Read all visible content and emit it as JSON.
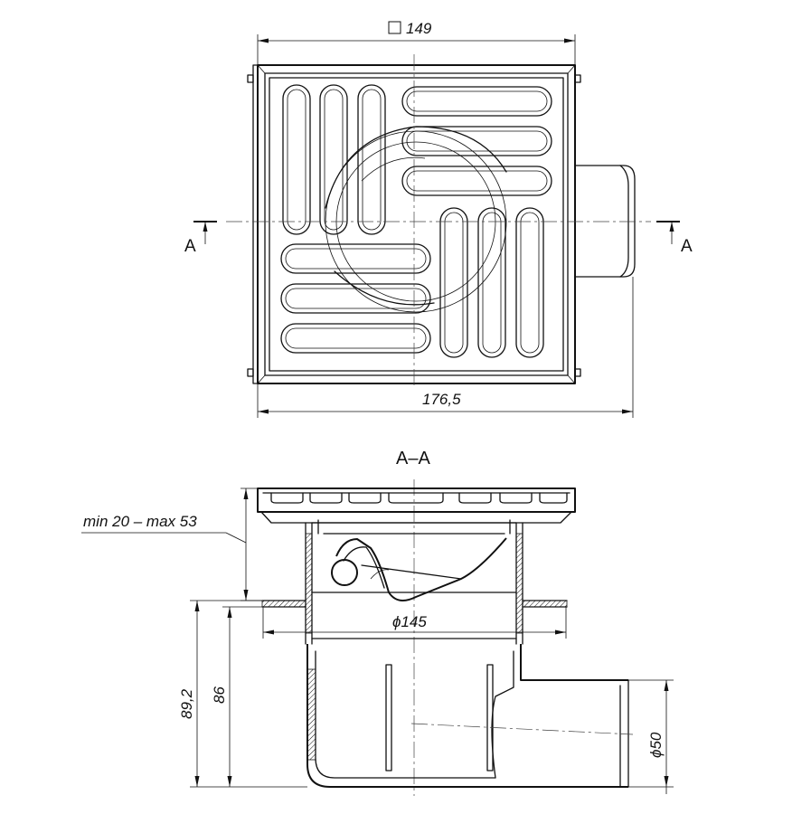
{
  "dimensions": {
    "grate_square": "149",
    "overall_width": "176,5",
    "flange_diameter": "ϕ145",
    "height_total": "89,2",
    "height_body": "86",
    "outlet_diameter": "ϕ50",
    "adjustment_range": "min 20 – max 53"
  },
  "labels": {
    "section_name": "А–А",
    "section_mark_left": "А",
    "section_mark_right": "А"
  },
  "icons": {
    "square_symbol": "square-symbol-icon"
  }
}
